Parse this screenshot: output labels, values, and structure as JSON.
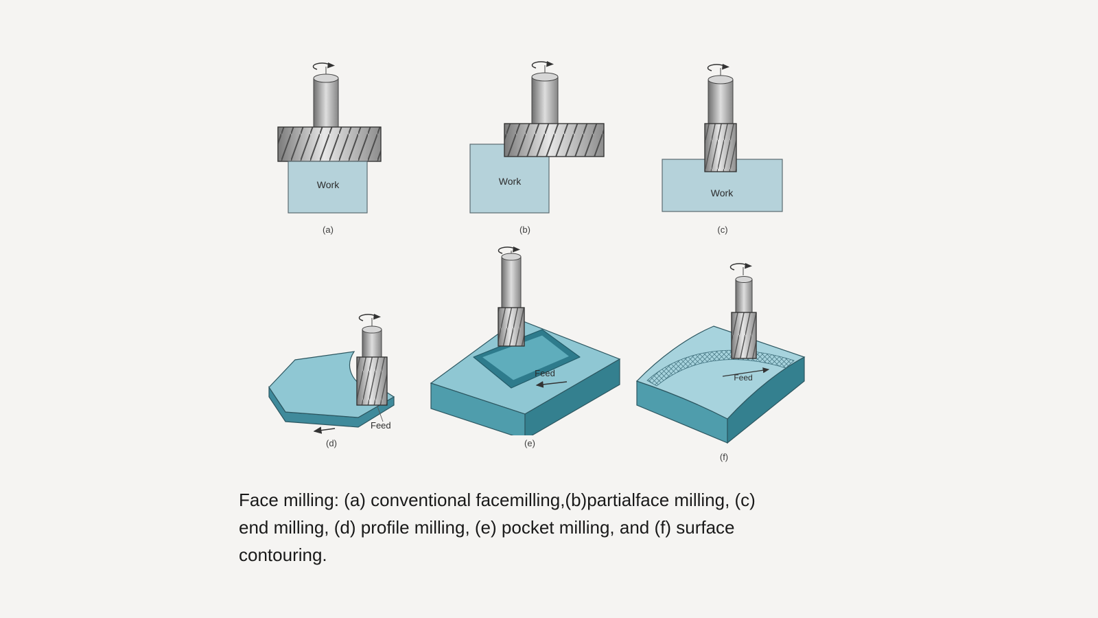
{
  "diagram": {
    "panels": {
      "a": {
        "label": "(a)",
        "work": "Work"
      },
      "b": {
        "label": "(b)",
        "work": "Work"
      },
      "c": {
        "label": "(c)",
        "work": "Work"
      },
      "d": {
        "label": "(d)",
        "feed": "Feed"
      },
      "e": {
        "label": "(e)",
        "feed": "Feed"
      },
      "f": {
        "label": "(f)",
        "feed": "Feed"
      }
    },
    "caption_lines": [
      "Face milling: (a) conventional facemilling,(b)partialface milling, (c)",
      "end milling, (d) profile milling, (e) pocket milling, and (f) surface",
      "contouring."
    ],
    "colors": {
      "background": "#f5f4f2",
      "work_block": "#b5d2da",
      "slab_top": "#8fc7d3",
      "slab_left": "#4f9dac",
      "slab_right": "#34808f",
      "pocket_wall": "#2e7b8c",
      "pocket_floor": "#5fadbc",
      "cutter_gray": "#9a9a9a"
    }
  }
}
